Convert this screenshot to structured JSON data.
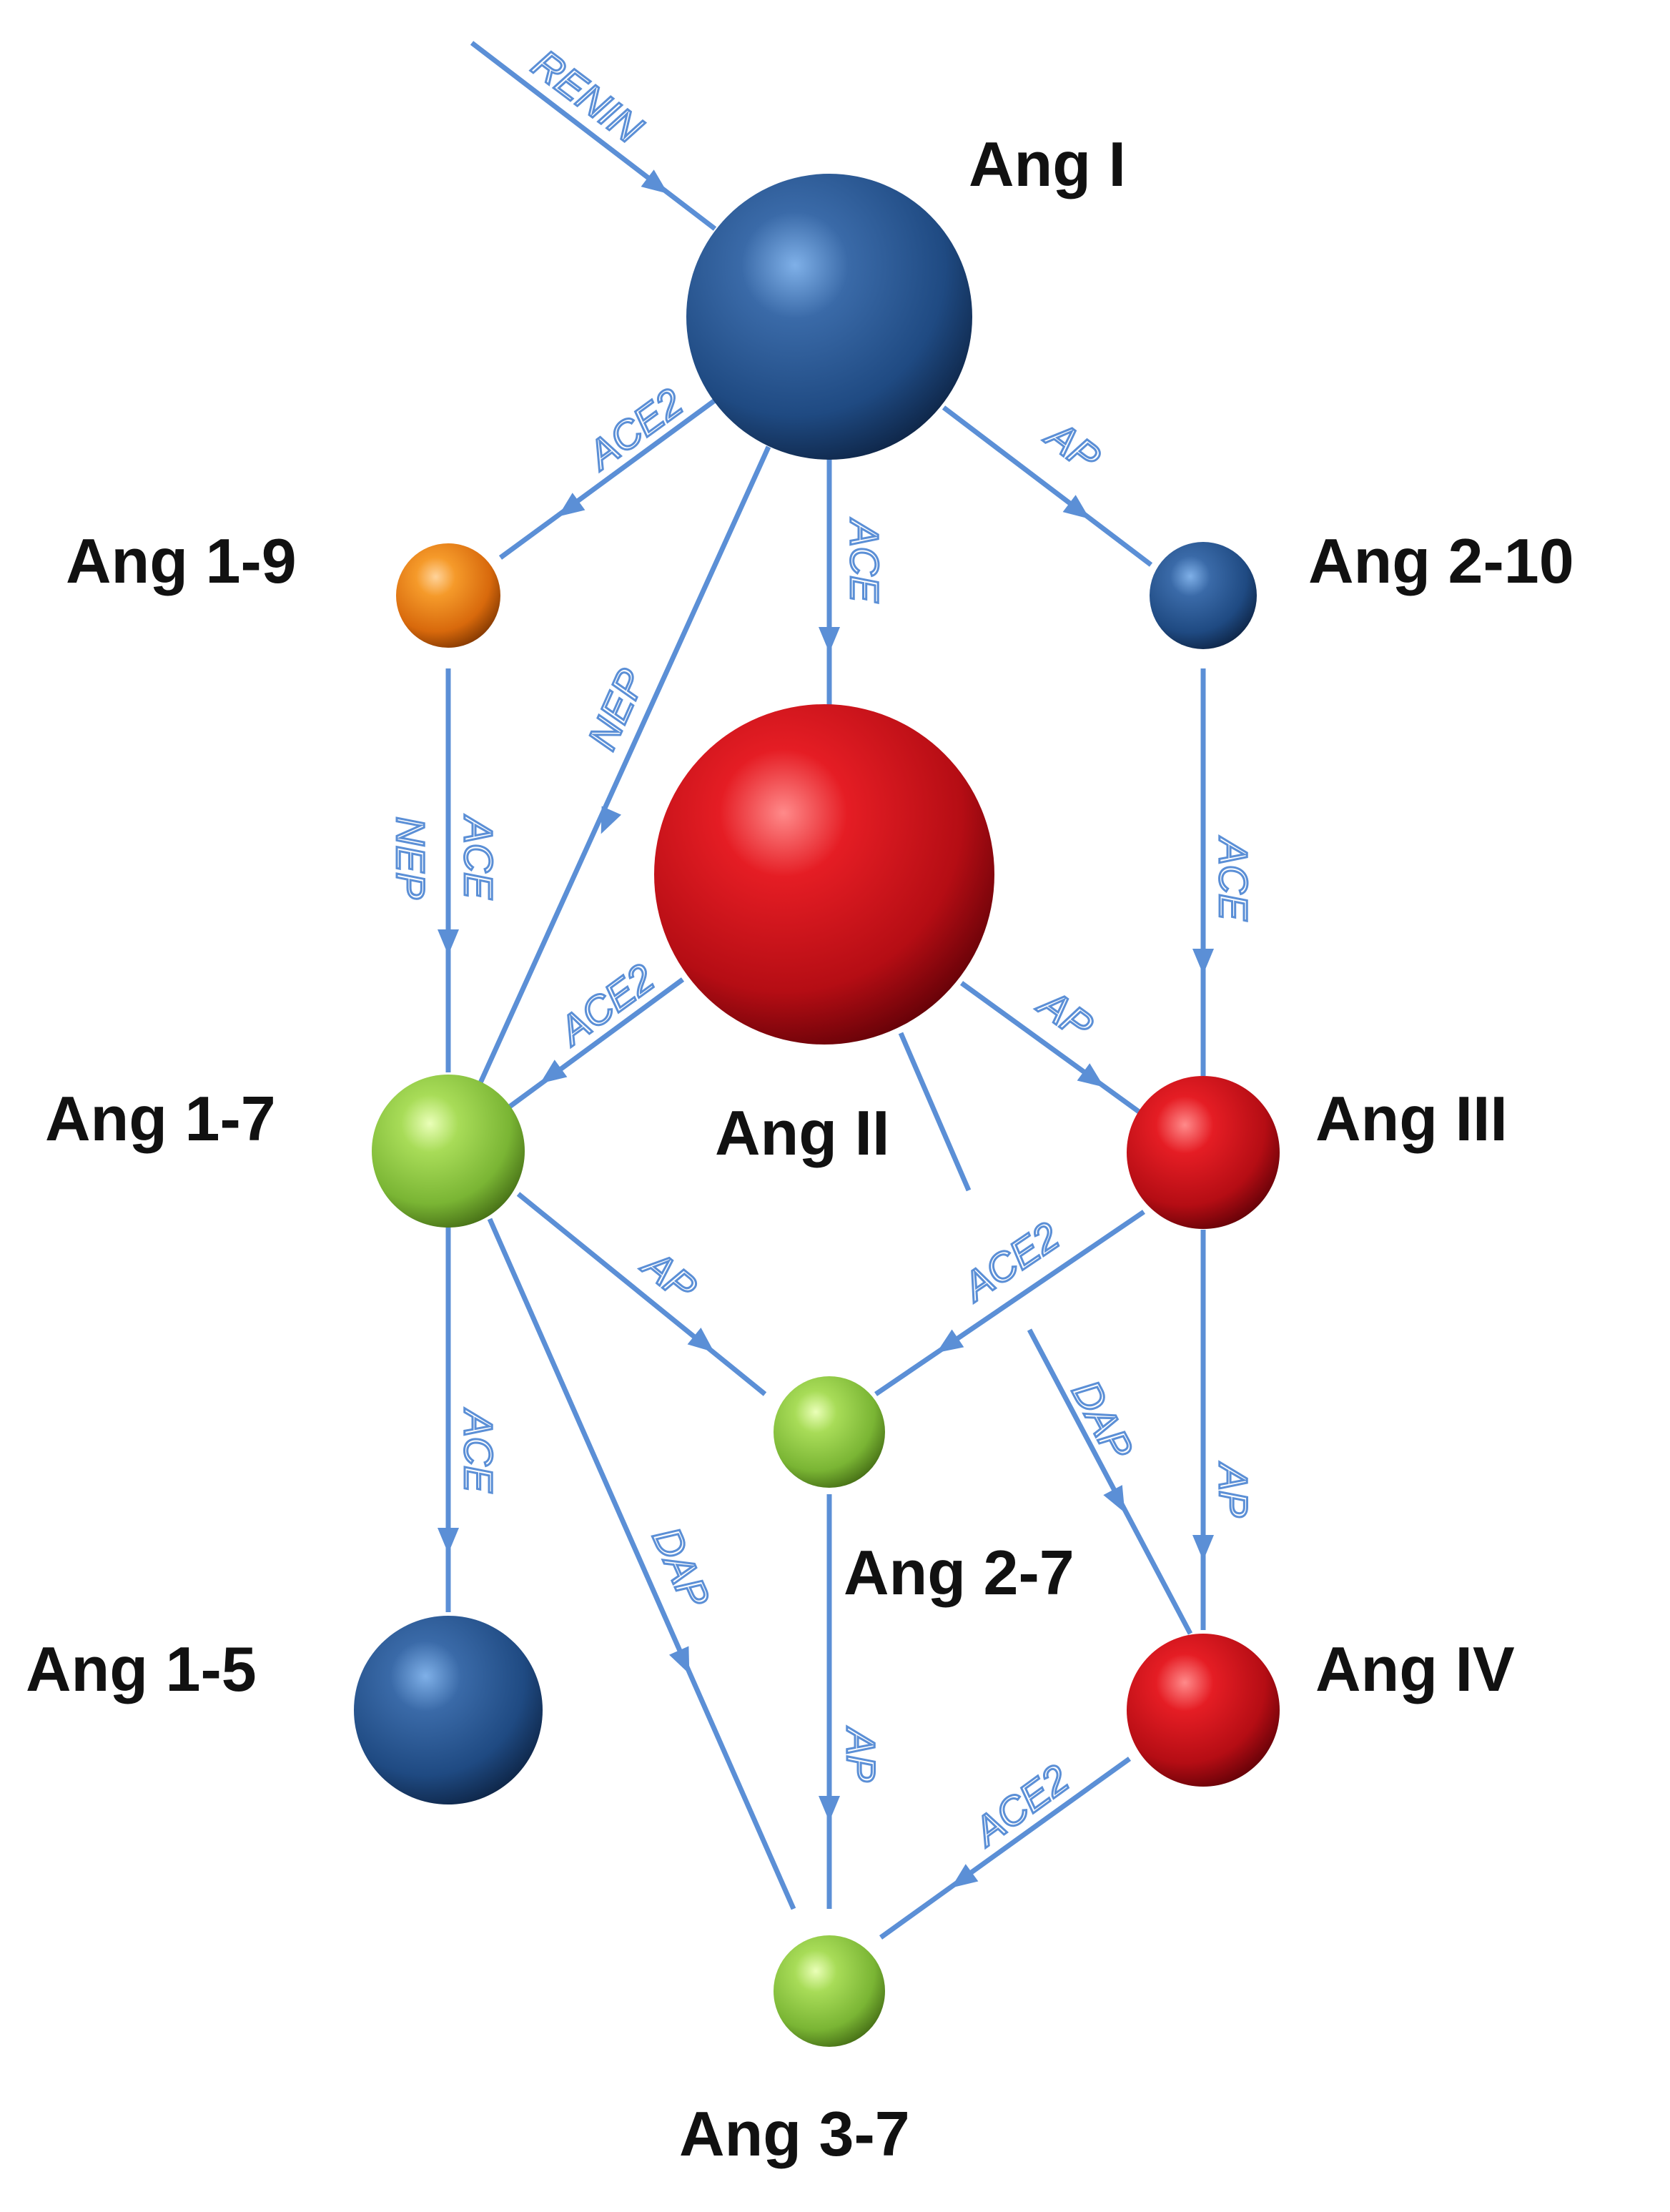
{
  "nodes": [
    {
      "id": "ang-i",
      "label": "Ang I",
      "color": "blue"
    },
    {
      "id": "ang-1-9",
      "label": "Ang 1-9",
      "color": "orange"
    },
    {
      "id": "ang-2-10",
      "label": "Ang 2-10",
      "color": "blue"
    },
    {
      "id": "ang-ii",
      "label": "Ang II",
      "color": "red"
    },
    {
      "id": "ang-1-7",
      "label": "Ang 1-7",
      "color": "green"
    },
    {
      "id": "ang-iii",
      "label": "Ang III",
      "color": "red"
    },
    {
      "id": "ang-2-7",
      "label": "Ang 2-7",
      "color": "green"
    },
    {
      "id": "ang-1-5",
      "label": "Ang 1-5",
      "color": "blue"
    },
    {
      "id": "ang-iv",
      "label": "Ang IV",
      "color": "red"
    },
    {
      "id": "ang-3-7",
      "label": "Ang 3-7",
      "color": "green"
    }
  ],
  "edges": [
    {
      "from": "",
      "to": "ang-i",
      "enzyme": "RENIN"
    },
    {
      "from": "ang-i",
      "to": "ang-1-9",
      "enzyme": "ACE2"
    },
    {
      "from": "ang-i",
      "to": "ang-ii",
      "enzyme": "ACE"
    },
    {
      "from": "ang-i",
      "to": "ang-2-10",
      "enzyme": "AP"
    },
    {
      "from": "ang-i",
      "to": "ang-1-7",
      "enzyme": "NEP"
    },
    {
      "from": "ang-1-9",
      "to": "ang-1-7",
      "enzyme": "ACE",
      "enzyme2": "NEP"
    },
    {
      "from": "ang-2-10",
      "to": "ang-iii",
      "enzyme": "ACE"
    },
    {
      "from": "ang-ii",
      "to": "ang-1-7",
      "enzyme": "ACE2"
    },
    {
      "from": "ang-ii",
      "to": "ang-iii",
      "enzyme": "AP"
    },
    {
      "from": "ang-ii",
      "to": "ang-iv",
      "enzyme": "DAP"
    },
    {
      "from": "ang-1-7",
      "to": "ang-2-7",
      "enzyme": "AP"
    },
    {
      "from": "ang-iii",
      "to": "ang-2-7",
      "enzyme": "ACE2"
    },
    {
      "from": "ang-1-7",
      "to": "ang-1-5",
      "enzyme": "ACE"
    },
    {
      "from": "ang-1-7",
      "to": "ang-3-7",
      "enzyme": "DAP"
    },
    {
      "from": "ang-iii",
      "to": "ang-iv",
      "enzyme": "AP"
    },
    {
      "from": "ang-2-7",
      "to": "ang-3-7",
      "enzyme": "AP"
    },
    {
      "from": "ang-iv",
      "to": "ang-3-7",
      "enzyme": "ACE2"
    }
  ],
  "colors": {
    "edge": "#5b8fd6",
    "blue": "#1f4a82",
    "red": "#c8101a",
    "green": "#8ac43f",
    "orange": "#e8780f"
  }
}
